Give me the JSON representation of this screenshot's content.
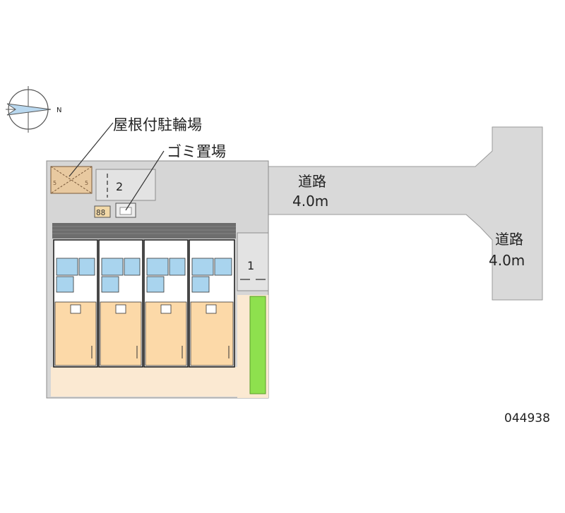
{
  "compass": {
    "north_label": "N",
    "icon": "compass-icon"
  },
  "labels": {
    "bike_shelter": "屋根付駐輪場",
    "garbage": "ゴミ置場",
    "road_main_name": "道路",
    "road_main_width": "4.0m",
    "road_side_name": "道路",
    "road_side_width": "4.0m",
    "parking_2": "2",
    "parking_1": "1",
    "mailbox": "88",
    "property_id": "044938"
  },
  "colors": {
    "road": "#d9d9d9",
    "site": "#d6d6d6",
    "unit_floor": "#fcd9a8",
    "wet_area": "#a9d4ee",
    "garden": "#fbe9d2",
    "green_strip": "#8ee04e",
    "bike_shelter": "#e8c9a0",
    "corridor": "#6d6d6d"
  }
}
